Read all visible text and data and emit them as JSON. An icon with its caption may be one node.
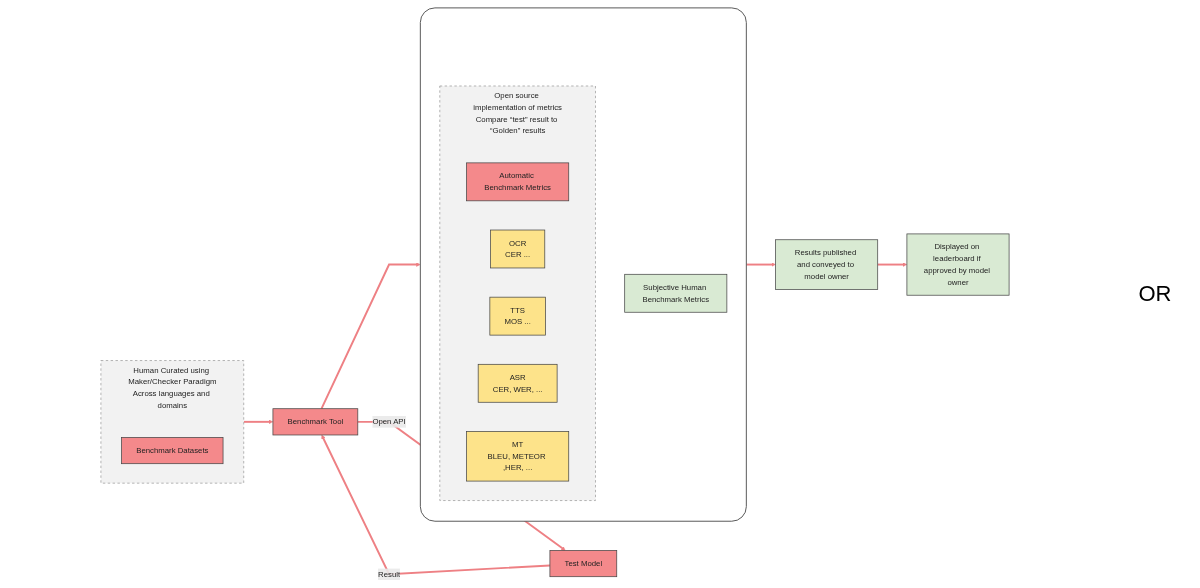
{
  "diagram": {
    "nodes": [
      {
        "text": [
          "Displayed on leaderboard if approved by model owner"
        ]
      },
      {
        "text": [
          "Results published and conveyed to model owner"
        ]
      },
      {
        "text": [
          "Test Model"
        ]
      },
      {
        "text": [
          "Benchmark Tool"
        ]
      },
      {
        "text": [
          "Human Curated using Maker/Checker Paradigm",
          "Across languages and domains"
        ]
      },
      {
        "text": [
          "Benchmark Datasets"
        ],
        "in": 4
      },
      {
        "text": [],
        "shape": "bracket"
      },
      {
        "text": [
          "Open source implementation of metrics",
          "Compare “test” result to “Golden” results"
        ],
        "in": 6
      },
      {
        "text": [
          "Automatic Benchmark Metrics"
        ],
        "in": 7
      },
      {
        "text": [
          "OCR",
          "CER ..."
        ],
        "in": 7
      },
      {
        "text": [
          "TTS",
          "MOS ..."
        ],
        "in": 7
      },
      {
        "text": [
          "ASR",
          "CER, WER, ..."
        ],
        "in": 7
      },
      {
        "text": [
          "MT",
          "BLEU, METEOR ,HER, ..."
        ],
        "in": 7
      },
      {
        "text": [
          "Subjective Human Benchmark Metrics"
        ],
        "in": 6
      }
    ],
    "edges": [
      {
        "from": 6,
        "to": 1,
        "arrow": "to"
      },
      {
        "from": 1,
        "to": 0,
        "arrow": "to"
      },
      {
        "from": 2,
        "to": 3,
        "arrow": "to",
        "label": "Result"
      },
      {
        "from": 3,
        "to": 2,
        "arrow": "to",
        "label": "Open API"
      },
      {
        "from": 4,
        "to": 3,
        "arrow": "to"
      },
      {
        "from": 3,
        "to": 6,
        "arrow": "to"
      }
    ],
    "labels": [
      "OR"
    ]
  }
}
